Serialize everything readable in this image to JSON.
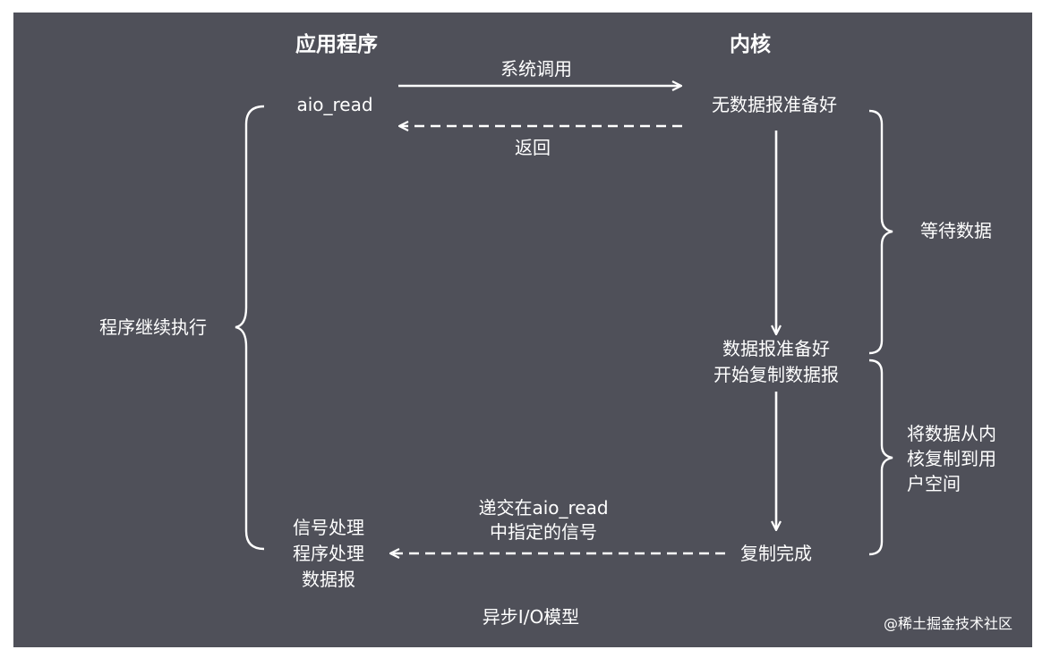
{
  "headers": {
    "app": "应用程序",
    "kernel": "内核"
  },
  "labels": {
    "aio_read": "aio_read",
    "syscall": "系统调用",
    "no_data": "无数据报准备好",
    "return": "返回",
    "wait_data": "等待数据",
    "data_ready_1": "数据报准备好",
    "data_ready_2": "开始复制数据报",
    "continue": "程序继续执行",
    "copy_1": "将数据从内",
    "copy_2": "核复制到用",
    "copy_3": "户空间",
    "deliver_1": "递交在aio_read",
    "deliver_2": "中指定的信号",
    "signal_1": "信号处理",
    "signal_2": "程序处理",
    "signal_3": "数据报",
    "copy_done": "复制完成",
    "caption": "异步I/O模型"
  },
  "watermark": "@稀土掘金技术社区",
  "colors": {
    "panel": "#4f5059",
    "ink": "#ffffff"
  }
}
